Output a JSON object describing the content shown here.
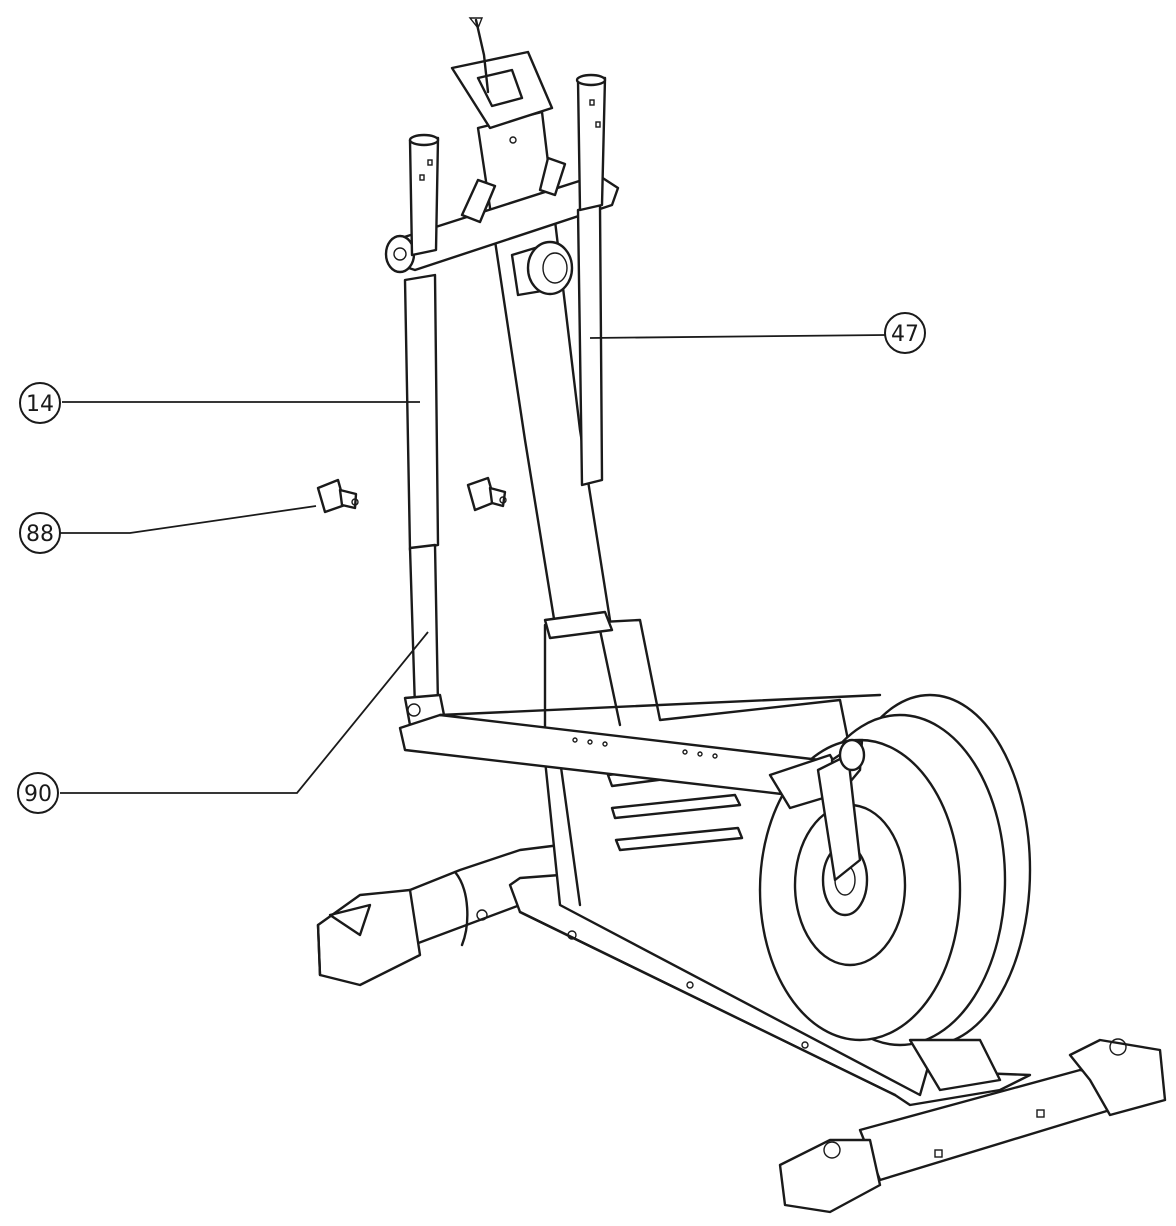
{
  "callouts": [
    {
      "id": "callout-14",
      "label": "14"
    },
    {
      "id": "callout-47",
      "label": "47"
    },
    {
      "id": "callout-88",
      "label": "88"
    },
    {
      "id": "callout-90",
      "label": "90"
    }
  ]
}
